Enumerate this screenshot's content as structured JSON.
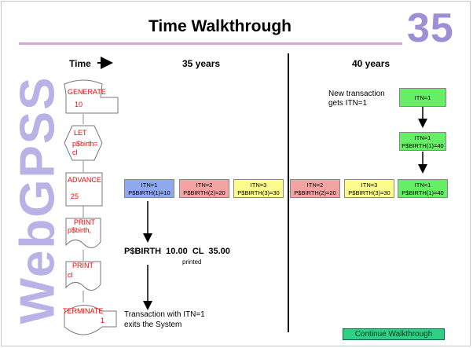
{
  "slide": {
    "title": "Time Walkthrough",
    "number": "35",
    "logo_text": "WebGPSS",
    "time_label": "Time",
    "col1_header": "35 years",
    "col2_header": "40 years"
  },
  "blocks": {
    "generate": {
      "name": "GENERATE",
      "arg": "10"
    },
    "let": {
      "name": "LET",
      "arg1": "p$birth=",
      "arg2": "cl"
    },
    "advance": {
      "name": "ADVANCE",
      "arg": "25"
    },
    "print1": {
      "name": "PRINT",
      "arg": "p$birth,"
    },
    "print2": {
      "name": "PRINT",
      "arg": "cl"
    },
    "terminate": {
      "name": "TERMINATE",
      "arg": "1"
    }
  },
  "col1": {
    "boxes": [
      {
        "line1": "ITN=1",
        "line2": "P$BIRTH(1)=10"
      },
      {
        "line1": "ITN=2",
        "line2": "P$BIRTH(2)=20"
      },
      {
        "line1": "ITN=3",
        "line2": "P$BIRTH(3)=30"
      }
    ],
    "print_output": "P$BIRTH  10.00  CL  35.00",
    "printed_label": "printed",
    "exit_line1": "Transaction with ITN=1",
    "exit_line2": "exits the System"
  },
  "col2": {
    "new_line1": "New transaction",
    "new_line2": "gets ITN=1",
    "top_box": {
      "line1": "ITN=1"
    },
    "mid_box": {
      "line1": "ITN=1",
      "line2": "P$BIRTH(1)=40"
    },
    "boxes": [
      {
        "line1": "ITN=2",
        "line2": "P$BIRTH(2)=20"
      },
      {
        "line1": "ITN=3",
        "line2": "P$BIRTH(3)=30"
      },
      {
        "line1": "ITN=1",
        "line2": "P$BIRTH(1)=40"
      }
    ]
  },
  "controls": {
    "continue_label": "Continue Walkthrough"
  },
  "colors": {
    "logo": "#b9b2e6",
    "slide_number": "#9c8fd6",
    "rule": "#d7a6d9",
    "block_text": "#ff0000",
    "box_blue": "#8ea9f0",
    "box_red": "#f4a3a3",
    "box_yellow": "#fdfd8d",
    "box_green": "#66ee66",
    "button": "#2fcf86"
  }
}
